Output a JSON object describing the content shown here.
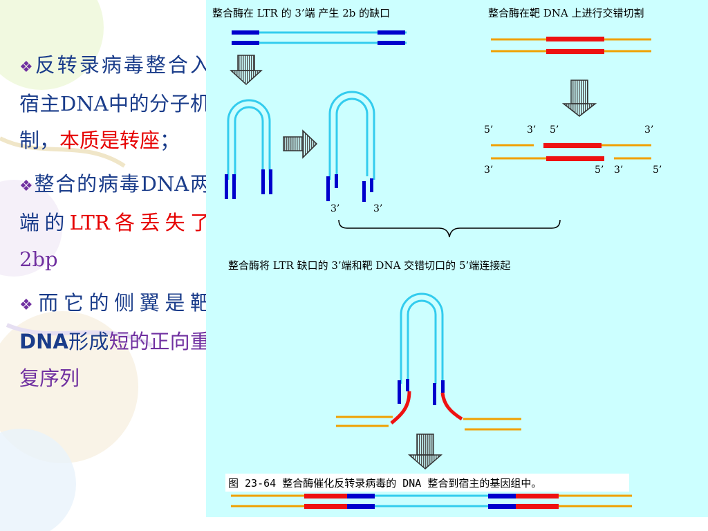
{
  "bullets": [
    {
      "mark": "❖",
      "parts": [
        {
          "text": "反转录病毒整合入宿主DNA中的分子机制，",
          "style": ""
        },
        {
          "text": "本质是转座",
          "style": "red"
        },
        {
          "text": "；",
          "style": ""
        }
      ]
    },
    {
      "mark": "❖",
      "parts": [
        {
          "text": "整合的病毒DNA两端的",
          "style": ""
        },
        {
          "text": "LTR各丢失了",
          "style": "red"
        },
        {
          "text": "2bp",
          "style": "purple"
        }
      ]
    },
    {
      "mark": "❖",
      "parts": [
        {
          "text": "而它的侧翼是靶",
          "style": ""
        },
        {
          "text": "DNA",
          "style": "sans-bold"
        },
        {
          "text": "形成",
          "style": ""
        },
        {
          "text": "短的正向重复序列",
          "style": "purple"
        }
      ]
    }
  ],
  "diagram": {
    "label_ltr_nick": "整合酶在 LTR 的 3’端  产生 2b 的缺口",
    "label_target_cut": "整合酶在靶 DNA 上进行交错切割",
    "label_join": "整合酶将 LTR 缺口的 3’端和靶 DNA 交错切口的 5’端连接起",
    "caption": "图 23-64 整合酶催化反转录病毒的 DNA 整合到宿主的基因组中。",
    "ends": {
      "u_left": "3’",
      "u_right": "3’",
      "t_5a": "5’",
      "t_3a": "3’",
      "t_5b": "5’",
      "t_3b": "3’",
      "t_3c": "3’",
      "t_5c": "5’",
      "t_3d": "3’",
      "t_5d": "5’"
    },
    "colors": {
      "viral": "#33ccee",
      "ltr": "#0000cc",
      "target": "#f0a000",
      "cut": "#ee1111",
      "panel": "#ccffff"
    }
  }
}
